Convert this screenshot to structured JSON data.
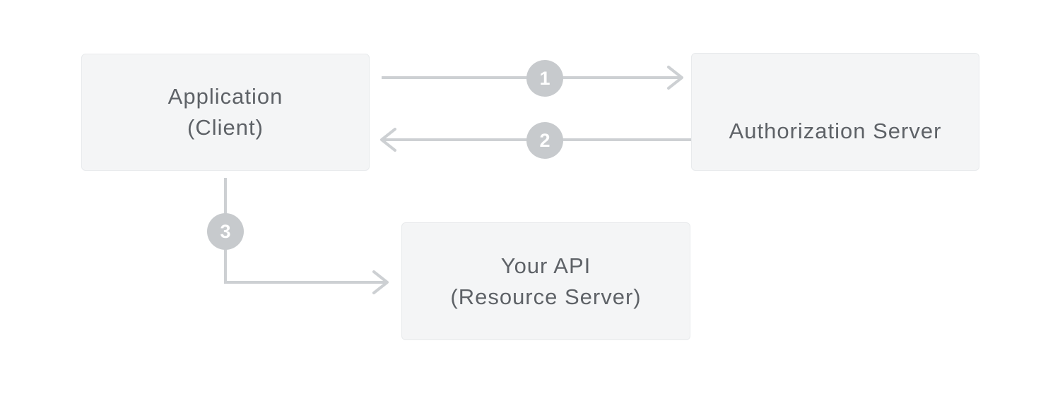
{
  "diagram": {
    "kind": "oauth-client-credentials-flow",
    "nodes": {
      "application": {
        "line1": "Application",
        "line2": "(Client)"
      },
      "authorization_server": {
        "label": "Authorization Server"
      },
      "your_api": {
        "line1": "Your API",
        "line2": "(Resource Server)"
      }
    },
    "steps": [
      {
        "number": "1",
        "from": "application",
        "to": "authorization_server",
        "direction": "right"
      },
      {
        "number": "2",
        "from": "authorization_server",
        "to": "application",
        "direction": "left"
      },
      {
        "number": "3",
        "from": "application",
        "to": "your_api",
        "direction": "down-then-right"
      }
    ],
    "colors": {
      "background": "#ffffff",
      "node_fill": "#f4f5f6",
      "node_border": "#e8eaec",
      "node_text": "#5e6267",
      "connector": "#cdd0d3",
      "badge_fill": "#c7cacd",
      "badge_text": "#ffffff"
    }
  }
}
